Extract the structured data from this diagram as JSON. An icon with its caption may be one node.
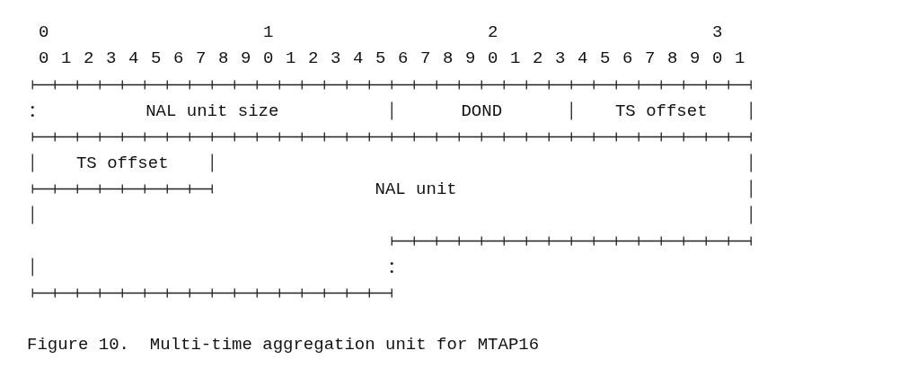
{
  "diagram": {
    "caption": "Figure 10.  Multi-time aggregation unit for MTAP16",
    "nodes": [
      {
        "text": [
          "NAL unit size"
        ]
      },
      {
        "text": [
          "DOND"
        ]
      },
      {
        "text": [
          "TS offset"
        ]
      },
      {
        "text": [
          "TS offset"
        ]
      },
      {
        "text": [
          "NAL unit"
        ]
      }
    ],
    "labels": [
      "0",
      "1",
      "2",
      "3",
      "0",
      "1",
      "2",
      "3",
      "4",
      "5",
      "6",
      "7",
      "8",
      "9",
      "0",
      "1",
      "2",
      "3",
      "4",
      "5",
      "6",
      "7",
      "8",
      "9",
      "0",
      "1",
      "2",
      "3",
      "4",
      "5",
      "6",
      "7",
      "8",
      "9",
      "0",
      "1"
    ]
  }
}
